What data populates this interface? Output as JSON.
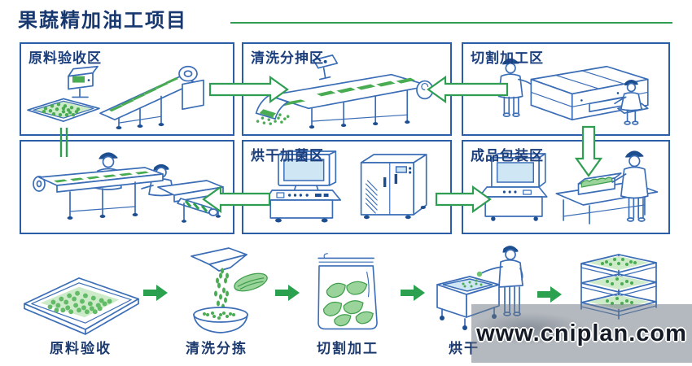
{
  "title": "果蔬精加油工项目",
  "colors": {
    "accent_green": "#2f9e52",
    "solid_arrow_green": "#2ba04f",
    "line_blue": "#3a6db6",
    "box_border_blue": "#2c5ea8",
    "navy_text": "#17376f",
    "dark_blue_fill": "#1d4e8f",
    "produce_green": "#49ab52"
  },
  "zones": [
    {
      "label": "原料验收区",
      "illustration": "incline-conveyor-with-scale"
    },
    {
      "label": "清洗分抻区",
      "illustration": "washing-sorting-conveyor"
    },
    {
      "label": "切割加工区",
      "illustration": "cutting-machine-with-workers"
    },
    {
      "label": "",
      "illustration": "manual-sorting-conveyor"
    },
    {
      "label": "烘干加菌区",
      "illustration": "drying-sterilizing-machines"
    },
    {
      "label": "成品包装区",
      "illustration": "packing-station"
    }
  ],
  "steps": [
    {
      "label": "原料验收",
      "icon": "produce-tray-icon"
    },
    {
      "label": "清洗分拣",
      "icon": "hopper-and-bowl-icon"
    },
    {
      "label": "切割加工",
      "icon": "vegetable-bag-icon"
    },
    {
      "label": "烘干",
      "icon": "drying-vat-worker-icon"
    },
    {
      "label": "",
      "icon": "drying-racks-icon"
    }
  ],
  "watermark": "www.cniplan.com"
}
